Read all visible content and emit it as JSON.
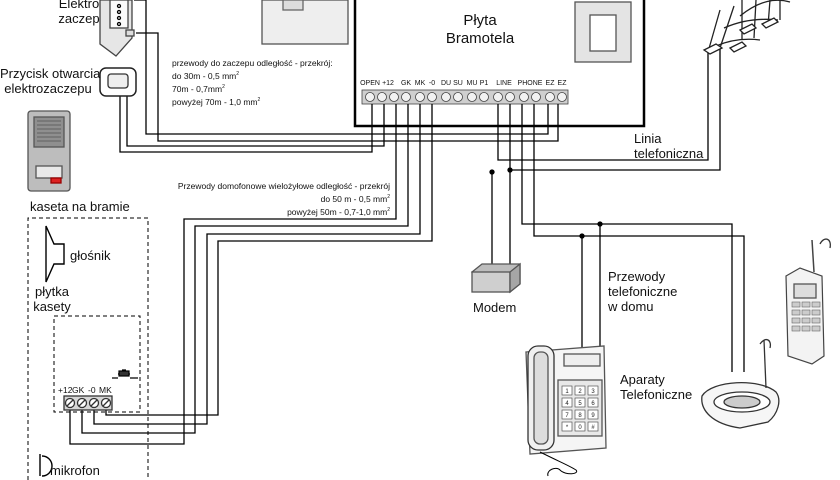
{
  "labels": {
    "elektro_zaczep": [
      "Elektro",
      "zaczep"
    ],
    "przycisk": [
      "Przycisk otwarcia",
      "elektrozaczepu"
    ],
    "plyta": [
      "Płyta",
      "Bramotela"
    ],
    "kaseta_na_bramie": "kaseta na bramie",
    "glosnik": "głośnik",
    "plytka_kasety": [
      "płytka",
      "kasety"
    ],
    "mikrofon": "mikrofon",
    "modem": "Modem",
    "linia": [
      "Linia",
      "telefoniczna"
    ],
    "przewody_tel": [
      "Przewody",
      "telefoniczne",
      "w domu"
    ],
    "aparaty": [
      "Aparaty",
      "Telefoniczne"
    ]
  },
  "terminals": [
    "OPEN",
    "+12",
    "GK",
    "MK",
    "-0",
    "DU",
    "SU",
    "MU",
    "P1",
    "LINE",
    "PHONE",
    "EZ",
    "EZ"
  ],
  "kaseta_terminals": [
    "+12",
    "GK",
    "-0",
    "MK"
  ],
  "notes": {
    "zaczep": {
      "title": "przewody do zaczepu odległość - przekrój:",
      "line1": "do 30m - 0,5 mm",
      "line2": "70m - 0,7mm",
      "line3": "powyżej 70m - 1,0 mm",
      "sup": "2"
    },
    "domofon": {
      "title": "Przewody domofonowe wielożyłowe odległość - przekrój",
      "line1": "do 50 m - 0,5 mm",
      "line2": "powyżej 50m - 0,7-1,0 mm",
      "sup": "2"
    }
  },
  "phone_keys": [
    "1",
    "2",
    "3",
    "4",
    "5",
    "6",
    "7",
    "8",
    "9",
    "*",
    "0",
    "#"
  ],
  "icons": [
    "door-strike-icon",
    "button-icon",
    "gate-intercom-icon",
    "speaker-icon",
    "microphone-icon",
    "modem-icon",
    "desk-phone-icon",
    "cordless-phone-icon",
    "telephone-pole-icon"
  ]
}
